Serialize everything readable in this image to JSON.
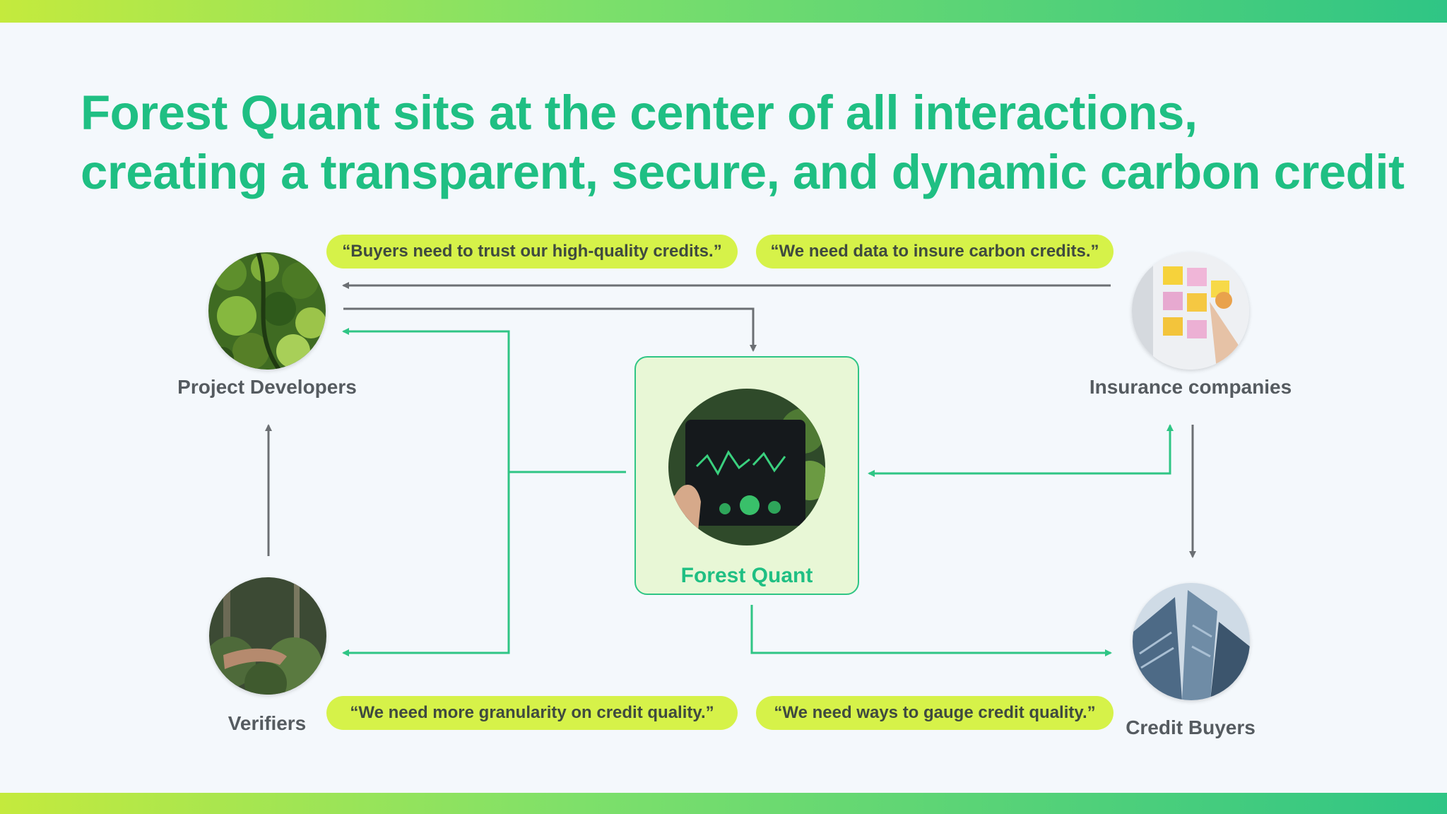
{
  "slide": {
    "title_line1": "Forest Quant sits at the center of all interactions,",
    "title_line2": "creating a transparent, secure, and dynamic carbon credit"
  },
  "center": {
    "label": "Forest Quant"
  },
  "nodes": {
    "project_developers": {
      "label": "Project Developers"
    },
    "insurance_companies": {
      "label": "Insurance companies"
    },
    "verifiers": {
      "label": "Verifiers"
    },
    "credit_buyers": {
      "label": "Credit Buyers"
    }
  },
  "quotes": {
    "buyers_trust": "“Buyers need to trust our high-quality credits.”",
    "insure_data": "“We need data to insure carbon credits.”",
    "granularity": "“We need more granularity on credit quality.”",
    "gauge_quality": "“We need ways to gauge credit quality.”"
  },
  "colors": {
    "accent_green": "#1fbf83",
    "line_green": "#2fc585",
    "line_gray": "#6b6f73",
    "quote_bg": "#d6f249"
  }
}
